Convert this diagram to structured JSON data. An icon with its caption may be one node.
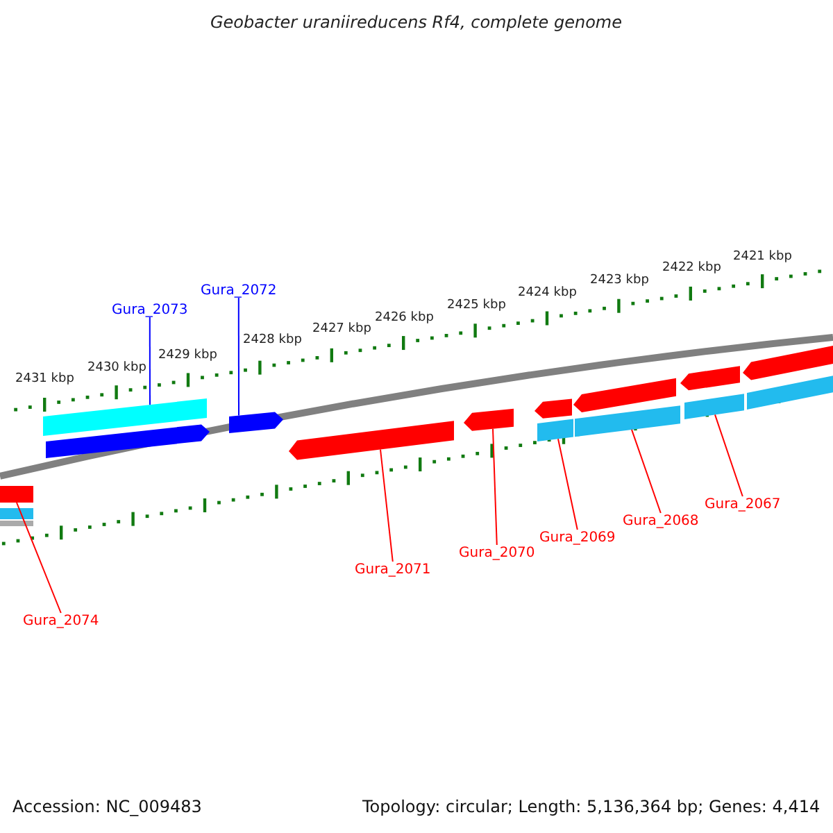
{
  "diagram": {
    "title": "Geobacter uraniireducens Rf4, complete genome",
    "nodes": [
      {
        "text": [
          "Gura_2073"
        ]
      },
      {
        "text": [
          "Gura_2072"
        ]
      },
      {
        "text": [
          "Gura_2074"
        ]
      },
      {
        "text": [
          "Gura_2071"
        ]
      },
      {
        "text": [
          "Gura_2070"
        ]
      },
      {
        "text": [
          "Gura_2069"
        ]
      },
      {
        "text": [
          "Gura_2068"
        ]
      },
      {
        "text": [
          "Gura_2067"
        ]
      },
      {
        "text": [],
        "shape": "bar"
      },
      {
        "text": [],
        "shape": "bar"
      },
      {
        "text": [],
        "shape": "bar"
      },
      {
        "text": [],
        "shape": "bar"
      },
      {
        "text": [],
        "shape": "bar"
      },
      {
        "text": [],
        "shape": "bar"
      },
      {
        "text": [],
        "shape": "bar"
      },
      {
        "text": [],
        "shape": "bar"
      },
      {
        "text": [],
        "shape": "bar"
      },
      {
        "text": [],
        "shape": "bar"
      },
      {
        "text": [],
        "shape": "bar"
      },
      {
        "text": [],
        "shape": "bar"
      },
      {
        "text": [],
        "shape": "bar"
      },
      {
        "text": [],
        "shape": "bar"
      },
      {
        "text": [],
        "shape": "bar"
      },
      {
        "text": [],
        "shape": "bar"
      }
    ],
    "edges": [
      {
        "from": 0,
        "to": 11,
        "arrow": "none",
        "color": "#0000ff"
      },
      {
        "from": 1,
        "to": 13,
        "arrow": "none",
        "color": "#0000ff"
      },
      {
        "from": 2,
        "to": 8,
        "arrow": "none"
      },
      {
        "from": 3,
        "to": 14,
        "arrow": "none"
      },
      {
        "from": 4,
        "to": 15,
        "arrow": "none"
      },
      {
        "from": 5,
        "to": 17,
        "arrow": "none"
      },
      {
        "from": 6,
        "to": 19,
        "arrow": "none"
      },
      {
        "from": 7,
        "to": 21,
        "arrow": "none"
      }
    ],
    "labels": [
      "2431 kbp",
      "2430 kbp",
      "2429 kbp",
      "2428 kbp",
      "2427 kbp",
      "2426 kbp",
      "2425 kbp",
      "2424 kbp",
      "2423 kbp",
      "2422 kbp",
      "2421 kbp",
      "Accession: NC_009483",
      "Topology: circular; Length: 5,136,364 bp; Genes: 4,414"
    ]
  }
}
